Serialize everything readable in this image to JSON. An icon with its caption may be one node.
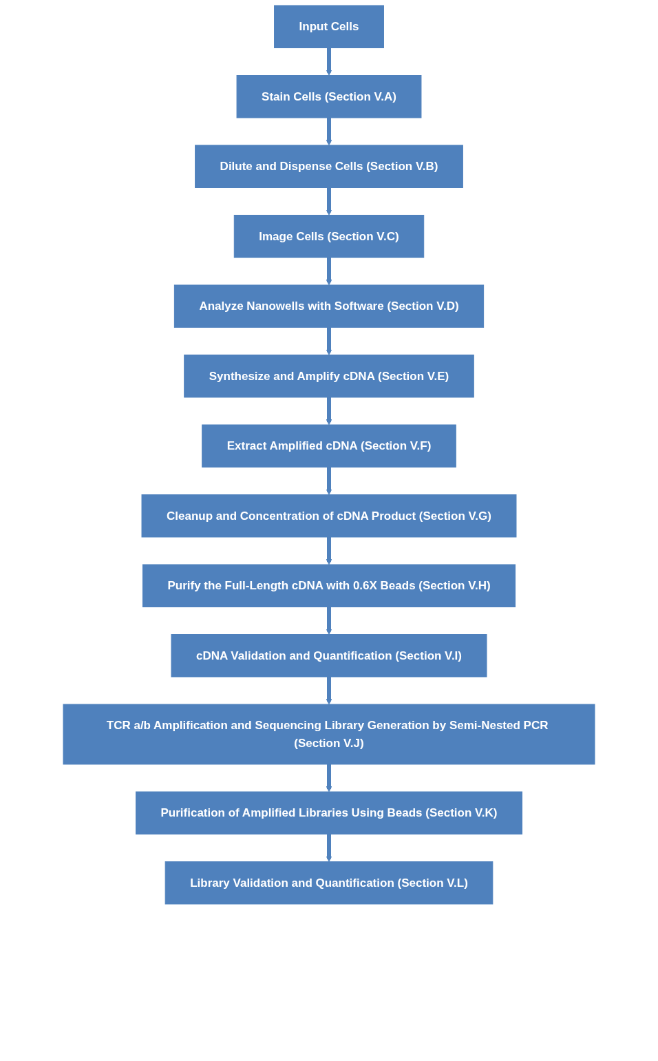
{
  "diagram": {
    "nodes": [
      {
        "text": [
          "Input Cells"
        ]
      },
      {
        "text": [
          "Stain Cells (Section V.A)"
        ]
      },
      {
        "text": [
          "Dilute and Dispense Cells (Section V.B)"
        ]
      },
      {
        "text": [
          "Image Cells (Section V.C)"
        ]
      },
      {
        "text": [
          "Analyze Nanowells with Software (Section V.D)"
        ]
      },
      {
        "text": [
          "Synthesize and Amplify cDNA (Section V.E)"
        ]
      },
      {
        "text": [
          "Extract Amplified cDNA (Section V.F)"
        ]
      },
      {
        "text": [
          "Cleanup and Concentration of cDNA Product (Section V.G)"
        ]
      },
      {
        "text": [
          "Purify the Full-Length cDNA with 0.6X Beads (Section V.H)"
        ]
      },
      {
        "text": [
          "cDNA Validation and Quantification (Section V.I)"
        ]
      },
      {
        "text": [
          "TCR a/b Amplification and Sequencing Library Generation by Semi-Nested PCR (Section V.J)"
        ]
      },
      {
        "text": [
          "Purification of Amplified Libraries Using Beads (Section V.K)"
        ]
      },
      {
        "text": [
          "Library Validation and Quantification (Section V.L)"
        ]
      }
    ],
    "edges": [
      {
        "from": 0,
        "to": 1,
        "arrow": "to"
      },
      {
        "from": 1,
        "to": 2,
        "arrow": "to"
      },
      {
        "from": 2,
        "to": 3,
        "arrow": "to"
      },
      {
        "from": 3,
        "to": 4,
        "arrow": "to"
      },
      {
        "from": 4,
        "to": 5,
        "arrow": "to"
      },
      {
        "from": 5,
        "to": 6,
        "arrow": "to"
      },
      {
        "from": 6,
        "to": 7,
        "arrow": "to"
      },
      {
        "from": 7,
        "to": 8,
        "arrow": "to"
      },
      {
        "from": 8,
        "to": 9,
        "arrow": "to"
      },
      {
        "from": 9,
        "to": 10,
        "arrow": "to"
      },
      {
        "from": 10,
        "to": 11,
        "arrow": "to"
      },
      {
        "from": 11,
        "to": 12,
        "arrow": "to"
      }
    ]
  }
}
